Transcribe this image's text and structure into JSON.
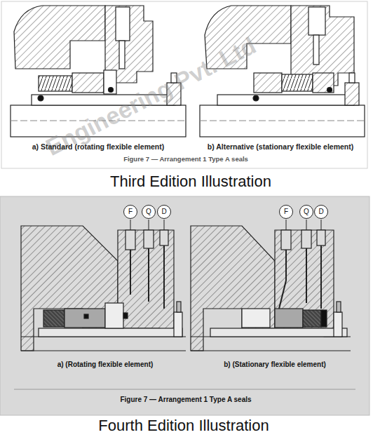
{
  "diagram": {
    "nodes": [
      {
        "text": [
          "F"
        ]
      },
      {
        "text": [
          "Q"
        ]
      },
      {
        "text": [
          "D"
        ]
      },
      {
        "text": [
          "F"
        ]
      },
      {
        "text": [
          "Q"
        ]
      },
      {
        "text": [
          "D"
        ]
      }
    ],
    "labels": [
      "a) Standard (rotating flexible element)",
      "b) Alternative (stationary flexible element)",
      "Figure 7 — Arrangement 1 Type A seals",
      "Third Edition Illustration",
      "a) (Rotating flexible element)",
      "b) (Stationary flexible element)",
      "Figure 7 — Arrangement 1 Type A seals",
      "Fourth Edition Illustration",
      "Engineering Pvt. Ltd"
    ]
  }
}
